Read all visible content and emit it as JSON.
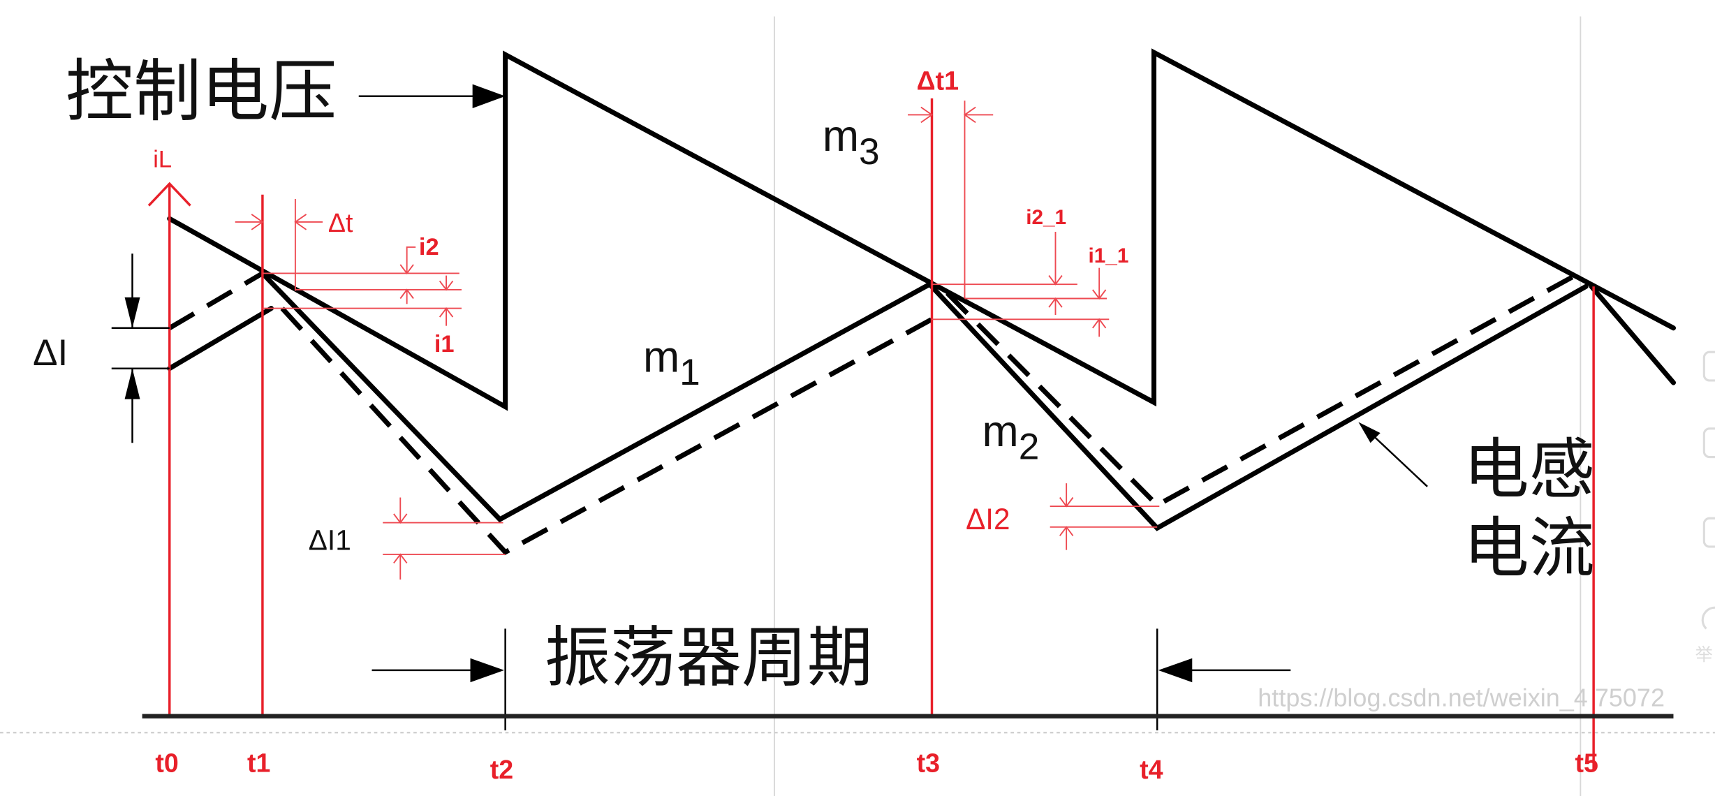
{
  "labels": {
    "control_voltage": "控制电压",
    "inductor_current_line1": "电感",
    "inductor_current_line2": "电流",
    "oscillator_period": "振荡器周期",
    "axis_il": "iL",
    "delta_t": "Δt",
    "delta_t1": "Δt1",
    "i1": "i1",
    "i2": "i2",
    "i1_1": "i1_1",
    "i2_1": "i2_1",
    "delta_i": "ΔI",
    "delta_i1": "ΔI1",
    "delta_i2": "ΔI2",
    "m1": {
      "base": "m",
      "sub": "1"
    },
    "m2": {
      "base": "m",
      "sub": "2"
    },
    "m3": {
      "base": "m",
      "sub": "3"
    }
  },
  "time_marks": [
    "t0",
    "t1",
    "t2",
    "t3",
    "t4",
    "t5"
  ],
  "watermark": "https://blog.csdn.net/weixin_4   75072",
  "side_icons": [
    "grid-icon",
    "wallet-icon",
    "edit-icon",
    "headset-icon"
  ],
  "side_report_label": "举",
  "colors": {
    "annotation": "#e8202a",
    "waveform": "#000000"
  }
}
